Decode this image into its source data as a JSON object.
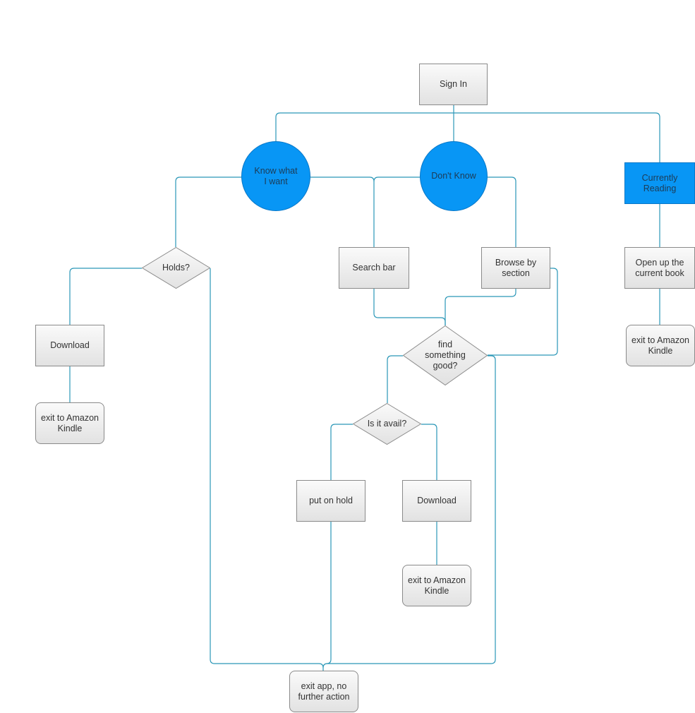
{
  "nodes": {
    "sign_in": "Sign In",
    "know_what_i_want": "Know what I want",
    "dont_know": "Don't Know",
    "currently_reading": "Currently Reading",
    "holds": "Holds?",
    "search_bar": "Search bar",
    "browse_by_section": "Browse by section",
    "open_current_book": "Open up the current book",
    "download_left": "Download",
    "exit_kindle_left": "exit to Amazon Kindle",
    "find_something_good": "find something good?",
    "exit_kindle_right": "exit to Amazon Kindle",
    "is_it_avail": "Is it avail?",
    "put_on_hold": "put on hold",
    "download_center": "Download",
    "exit_kindle_center": "exit to Amazon Kindle",
    "exit_app": "exit app, no further action"
  },
  "colors": {
    "connector": "#2a97b7",
    "highlight_fill": "#0896f5",
    "box_border": "#8a8a8a"
  }
}
